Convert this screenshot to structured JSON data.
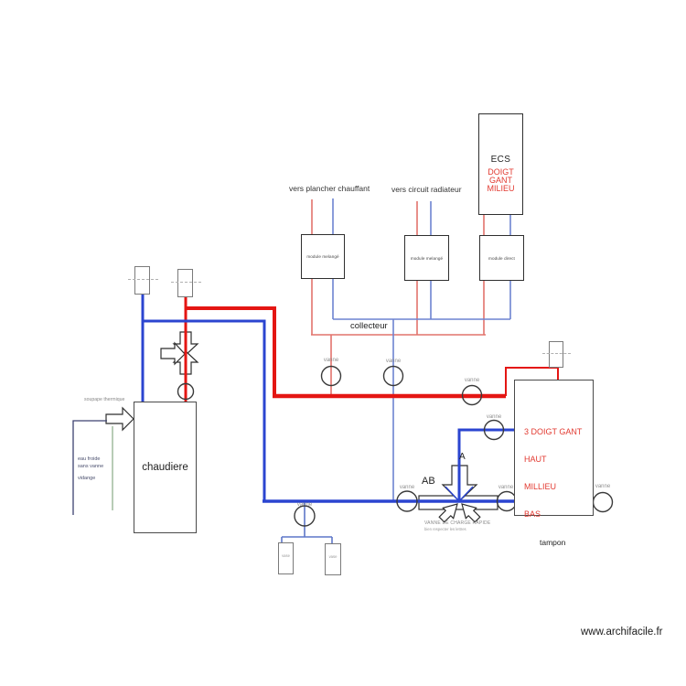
{
  "site_credit": "www.archifacile.fr",
  "colors": {
    "pipe_hot_main": "#e41613",
    "pipe_hot_thin": "#e2736c",
    "pipe_cold_main": "#2b45d0",
    "pipe_cold_thin": "#6d83d1",
    "annotation_red": "#e23a31",
    "eau_froide_line": "#3c4170",
    "vidange_line": "#a6bfa4"
  },
  "labels": {
    "vanne": "vanne",
    "vase": "vase",
    "collecteur": "collecteur",
    "vers_plancher": "vers plancher chauffant",
    "vers_radiateur": "vers circuit radiateur",
    "soupape": "soupape thermique",
    "eau_froide": "eau froide",
    "sans_vanne": "sans vanne",
    "vidange": "vidange",
    "chaudiere": "chaudiere",
    "tampon": "tampon",
    "charge_valve_title": "VANNE DE CHARGE RAPIDE",
    "charge_valve_sub": "bien respecter les lettres",
    "port_a": "A",
    "port_ab": "AB"
  },
  "ecs": {
    "title": "ECS",
    "note_lines": [
      "DOIGT",
      "GANT",
      "MILIEU"
    ]
  },
  "tampon_note_lines": [
    "3 DOIGT GANT",
    "HAUT",
    "MILLIEU",
    "BAS"
  ],
  "modules": [
    {
      "label": "module melangé"
    },
    {
      "label": "module melangé"
    },
    {
      "label": "module direct"
    }
  ]
}
